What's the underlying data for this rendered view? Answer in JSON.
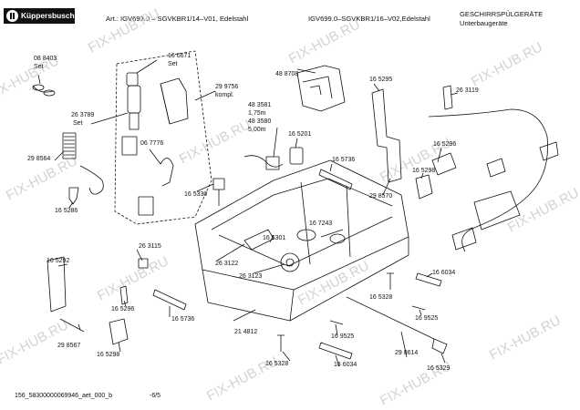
{
  "header": {
    "brand": "Küppersbusch",
    "left_model": "Art.: IGV699.0 – SGVKBR1/14–V01, Edelstahl",
    "right_model": "IGV699.0–SGVKBR1/16–V02,Edelstahl",
    "category_line1": "GESCHIRRSPÜLGERÄTE",
    "category_line2": "Unterbaugeräte"
  },
  "watermark": "FIX-HUB.RU",
  "footer": {
    "doc_id": "156_58300000069946_aet_000_b",
    "page": "-6/5"
  },
  "labels": {
    "p088403": "08 8403",
    "p088403_set": "Set",
    "p166671": "16 6671",
    "p166671_set": "Set",
    "p299756": "29 9756",
    "p299756_kompl": "kompl.",
    "p488708": "48 8708",
    "p165295": "16 5295",
    "p263119": "26 3119",
    "p263789": "26 3789",
    "p263789_set": "Set",
    "p483581": "48  3581",
    "p483581_len": "1,75m",
    "p483580": "48 3580",
    "p483580_len": "5,00m",
    "p165201": "16 5201",
    "p165296_top": "16 5296",
    "p067776": "06 7776",
    "p298564": "29 8564",
    "p165736_top": "16 5736",
    "p165298_top": "16 5298",
    "p165330": "16 5330",
    "p298570": "29 8570",
    "p167243": "16 7243",
    "p165286": "16 5286",
    "p165301": "16 5301",
    "p263115": "26 3115",
    "p263122": "26 3122",
    "p263123": "26 3123",
    "p165292": "16 5292",
    "p166034_right": "16 6034",
    "p165296_bottom": "16 5296",
    "p165328_right": "16 5328",
    "p169525_right": "16 9525",
    "p165736_bottom": "16 5736",
    "p214812": "21 4812",
    "p298567": "29 8567",
    "p165298_bottom": "16 5298",
    "p169525_bottom": "16 9525",
    "p298614": "29 8614",
    "p166034_bottom": "16 6034",
    "p165328_bottom": "16 5328",
    "p165329": "16 5329"
  }
}
